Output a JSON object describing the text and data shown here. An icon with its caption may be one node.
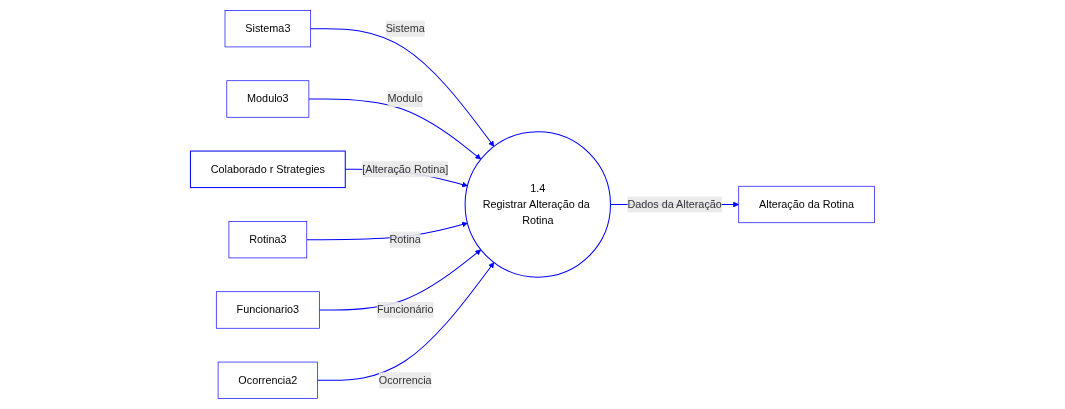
{
  "diagram": {
    "nodes": [
      {
        "text": [
          "Sistema3"
        ]
      },
      {
        "text": [
          "Modulo3"
        ]
      },
      {
        "text": [
          "Colaborado r Strategies"
        ]
      },
      {
        "text": [
          "1.4",
          "Registrar Alteração da Rotina"
        ]
      },
      {
        "text": [
          "Rotina3"
        ]
      },
      {
        "text": [
          "Funcionario3"
        ]
      },
      {
        "text": [
          "Ocorrencia2"
        ]
      },
      {
        "text": [
          "Alteração da Rotina"
        ]
      }
    ],
    "edges": [
      {
        "from": 0,
        "to": 3,
        "arrow": "to",
        "label": "Sistema"
      },
      {
        "from": 1,
        "to": 3,
        "arrow": "to",
        "label": "Modulo"
      },
      {
        "from": 2,
        "to": 3,
        "arrow": "to",
        "label": "[Alteração Rotina]"
      },
      {
        "from": 4,
        "to": 3,
        "arrow": "to",
        "label": "Rotina"
      },
      {
        "from": 5,
        "to": 3,
        "arrow": "to",
        "label": "Funcionário"
      },
      {
        "from": 6,
        "to": 3,
        "arrow": "to",
        "label": "Ocorrencia"
      },
      {
        "from": 3,
        "to": 7,
        "arrow": "to",
        "label": "Dados da Alteração"
      }
    ]
  }
}
